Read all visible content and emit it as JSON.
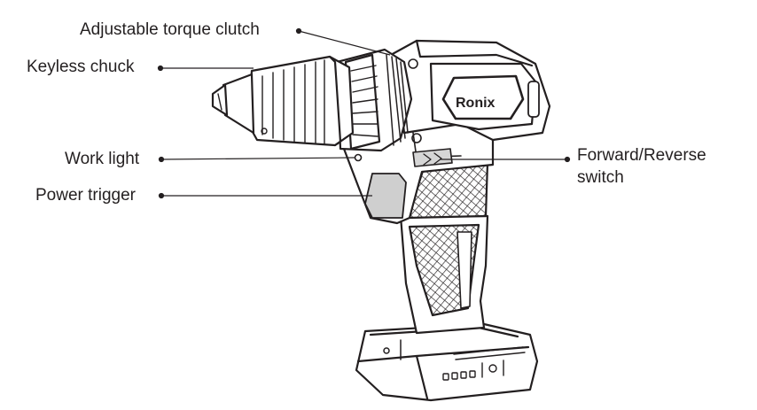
{
  "labels": {
    "torque_clutch": "Adjustable torque clutch",
    "keyless_chuck": "Keyless chuck",
    "work_light": "Work light",
    "power_trigger": "Power trigger",
    "forward_reverse_line1": "Forward/Reverse",
    "forward_reverse_line2": "switch"
  },
  "brand": "Ronix",
  "colors": {
    "line": "#231f20",
    "trigger_fill": "#cfcfcf",
    "switch_fill": "#d6d6d6",
    "body_fill": "#ffffff"
  }
}
